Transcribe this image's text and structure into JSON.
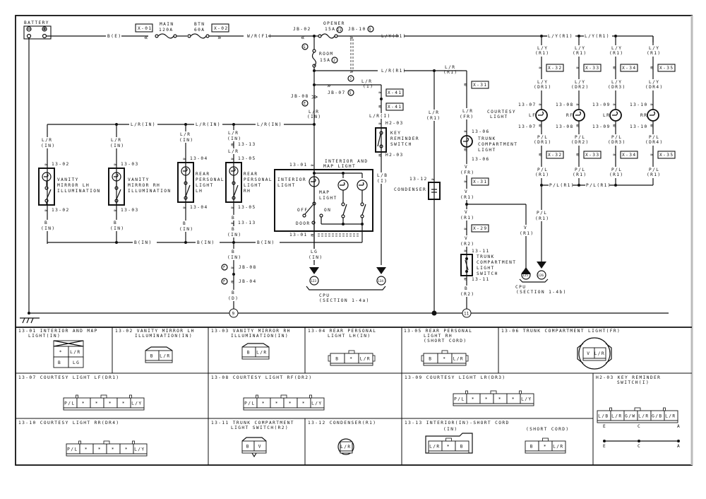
{
  "power": {
    "battery": "BATTERY",
    "battery_wire": "B(E)",
    "x01": "X-01",
    "x02": "X-02",
    "main_fuse": [
      "MAIN",
      "120A"
    ],
    "btn_fuse": [
      "BTN",
      "60A"
    ],
    "wr_wire": "W/R(F1)",
    "jb02": "JB-02",
    "jb02_pin": "G",
    "opener_fuse": [
      "OPENER",
      "15A"
    ],
    "opener_no": "21",
    "jb10": "JB-10",
    "jb10_pin": "Q",
    "room_fuse": [
      "ROOM",
      "15A"
    ],
    "room_no": "2",
    "j_pin": "J",
    "ly_r1": "L/Y(R1)",
    "lr_r1": "L/R(R1)",
    "jb07": "JB-07",
    "jb07_pin": "S",
    "jb08": "JB-08",
    "jb08_pin": "E"
  },
  "left": {
    "lr_in": "L/R(IN)",
    "lr": "L/R",
    "in": "(IN)",
    "b": "B",
    "b_in": "B(IN)",
    "vanity_lh": {
      "conn": "13-02",
      "label": [
        "VANITY",
        "MIRROR LH",
        "ILLUMINATION"
      ]
    },
    "vanity_rh": {
      "conn": "13-03",
      "label": [
        "VANITY",
        "MIRROR RH",
        "ILLUMINATION"
      ]
    },
    "rear_lh": {
      "conn": "13-04",
      "label": [
        "REAR",
        "PERSONAL",
        "LIGHT",
        "LH"
      ]
    },
    "rear_rh": {
      "conn": "13-05",
      "label": [
        "REAR",
        "PERSONAL",
        "LIGHT",
        "RH"
      ]
    },
    "short_cord": "13-13",
    "jb08_f": "JB-08",
    "jb04_f": "JB-04",
    "f_pin": "F",
    "b_d": "(D)",
    "ground_9": "9"
  },
  "center": {
    "interior_conn": "13-01",
    "title": [
      "INTERIOR AND",
      "MAP LIGHT"
    ],
    "interior_light": [
      "INTERIOR",
      "LIGHT"
    ],
    "map_light": [
      "MAP",
      "LIGHT"
    ],
    "off": "OFF",
    "on": "ON",
    "door": "DOOR",
    "lg": "LG",
    "lb": "L/B",
    "i": "(I)",
    "x41": "X-41",
    "lr_i": "L/R(I)",
    "key_switch": {
      "conn": "H2-03",
      "label": [
        "KEY",
        "REMINDER",
        "SWITCH"
      ]
    },
    "cpu_a": [
      "CPU",
      "(SECTION 1-4a)"
    ],
    "pin_123": "123",
    "pin_134": "134",
    "condenser": {
      "conn": "13-12",
      "label": "CONDENSER"
    },
    "lr_r1": [
      "L/R",
      "(R1)"
    ]
  },
  "right": {
    "x31": "X-31",
    "x29": "X-29",
    "lr_fr": [
      "L/R",
      "(FR)"
    ],
    "trunk_light": {
      "conn": "13-06",
      "label": [
        "TRUNK",
        "COMPARTMENT",
        "LIGHT"
      ]
    },
    "v_fr": [
      "V",
      "(FR)"
    ],
    "v_r1": [
      "V",
      "(R1)"
    ],
    "v_r2": [
      "V",
      "(R2)"
    ],
    "trunk_switch": {
      "conn": "13-11",
      "label": [
        "TRUNK",
        "COMPARTMENT",
        "LIGHT",
        "SWITCH"
      ]
    },
    "b_r2": [
      "B",
      "(R2)"
    ],
    "ground_11": "11",
    "courtesy_label": [
      "COURTESY",
      "LIGHT"
    ],
    "courtesy": [
      {
        "conn": "13-07",
        "pos": "LF",
        "x_top": "X-32",
        "x_bot": "X-32",
        "dr": "(DR1)"
      },
      {
        "conn": "13-08",
        "pos": "RF",
        "x_top": "X-33",
        "x_bot": "X-33",
        "dr": "(DR2)"
      },
      {
        "conn": "13-09",
        "pos": "LR",
        "x_top": "X-34",
        "x_bot": "X-34",
        "dr": "(DR3)"
      },
      {
        "conn": "13-10",
        "pos": "RR",
        "x_top": "X-35",
        "x_bot": "X-35",
        "dr": "(DR4)"
      }
    ],
    "ly": "L/Y",
    "pl": "P/L",
    "r1": "(R1)",
    "pl_r1": "P/L(R1)",
    "cpu_b": [
      "CPU",
      "(SECTION 1-4b)"
    ],
    "pin_125": "125",
    "pin_126": "126"
  },
  "connectors": {
    "c1301": {
      "title": [
        "13-01 INTERIOR AND MAP",
        "LIGHT(IN)"
      ],
      "cells": [
        "*",
        "L/R",
        "B",
        "LG"
      ]
    },
    "c1302": {
      "title": [
        "13-02 VANITY MIRROR LH",
        "ILLUMINATION(IN)"
      ],
      "cells": [
        "B",
        "L/R"
      ]
    },
    "c1303": {
      "title": [
        "13-03 VANITY MIRROR RH",
        "ILLUMINATION(IN)"
      ],
      "cells": [
        "B",
        "L/R"
      ]
    },
    "c1304": {
      "title": [
        "13-04 REAR PERSONAL",
        "LIGHT LH(IN)"
      ],
      "cells": [
        "B",
        "*",
        "L/R"
      ]
    },
    "c1305": {
      "title": [
        "13-05 REAR PERSONAL",
        "LIGHT RH",
        "(SHORT CORD)"
      ],
      "cells": [
        "B",
        "*",
        "L/R"
      ]
    },
    "c1306": {
      "title": [
        "13-06 TRUNK COMPARTMENT LIGHT(FR)"
      ],
      "cells": [
        "V",
        "L/R"
      ]
    },
    "c1307": {
      "title": [
        "13-07 COURTESY LIGHT LF(DR1)"
      ],
      "cells": [
        "P/L",
        "*",
        "*",
        "*",
        "*",
        "L/Y"
      ]
    },
    "c1308": {
      "title": [
        "13-08 COURTESY LIGHT RF(DR2)"
      ],
      "cells": [
        "P/L",
        "*",
        "*",
        "*",
        "*",
        "L/Y"
      ]
    },
    "c1309": {
      "title": [
        "13-09 COURTESY LIGHT LR(DR3)"
      ],
      "cells": [
        "P/L",
        "*",
        "*",
        "*",
        "*",
        "L/Y"
      ]
    },
    "h203": {
      "title": [
        "H2-03 KEY REMINDER",
        "SWITCH(I)"
      ],
      "cells": [
        "L/B",
        "L/R",
        "G/W",
        "L/R",
        "G/B",
        "L/R"
      ],
      "pins": [
        "E",
        "C",
        "A"
      ]
    },
    "c1310": {
      "title": [
        "13-10 COURTESY LIGHT RR(DR4)"
      ],
      "cells": [
        "P/L",
        "*",
        "*",
        "*",
        "*",
        "L/Y"
      ]
    },
    "c1311": {
      "title": [
        "13-11 TRUNK COMPARTMENT",
        "LIGHT SWITCH(R2)"
      ],
      "cells": [
        "B",
        "V"
      ]
    },
    "c1312": {
      "title": [
        "13-12 CONDENSER(R1)"
      ],
      "cells": [
        "L/R"
      ]
    },
    "c1313": {
      "title": [
        "13-13 INTERIOR(IN)-SHORT CORD"
      ],
      "sub_in": "(IN)",
      "sub_short": "(SHORT CORD)",
      "cells_in": [
        "L/R",
        "*",
        "B"
      ],
      "cells_short": [
        "B",
        "*",
        "L/R"
      ]
    }
  }
}
